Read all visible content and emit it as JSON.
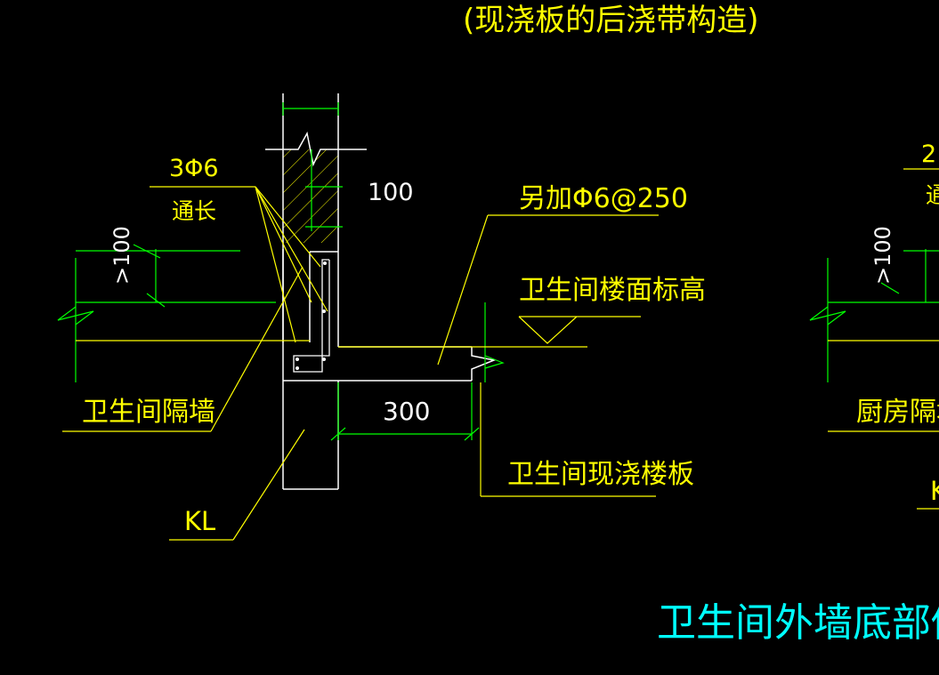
{
  "header_title": "(现浇板的后浇带构造)",
  "bar_label": "3Φ6",
  "bar_label2": "通长",
  "dim_wall_thickness": "100",
  "extra_rebar": "另加Φ6@250",
  "floor_elev_label": "卫生间楼面标高",
  "dim_upturn": ">100",
  "partition_label": "卫生间隔墙",
  "dim_slab_width": "300",
  "slab_label": "卫生间现浇楼板",
  "beam_label": "KL",
  "right_bar_label": "2",
  "right_bar_label2": "通",
  "right_dim_upturn": ">100",
  "right_partition_label": "厨房隔墙",
  "right_beam_label": "K",
  "bottom_title": "卫生间外墙底部做法",
  "colors": {
    "background": "#000000",
    "structure": "#ffffff",
    "annotation": "#ffff00",
    "dimension": "#00ff00",
    "title": "#00ffff",
    "hatch": "#ffff00"
  }
}
